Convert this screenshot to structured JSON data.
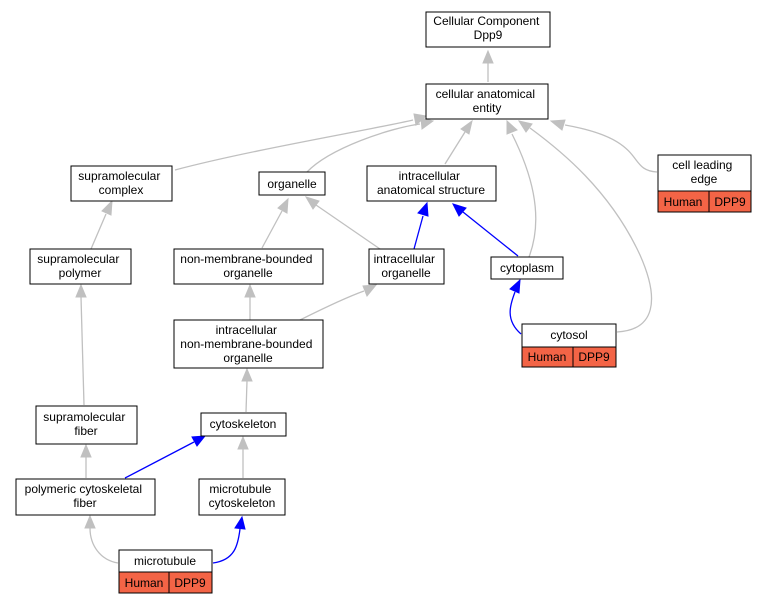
{
  "diagram": {
    "colors": {
      "gray_edge": "#c0c0c0",
      "blue_edge": "#0000ff",
      "tag_fill": "#f36446"
    },
    "nodes": {
      "root": {
        "lines": [
          "Cellular Component",
          "Dpp9"
        ]
      },
      "cae": {
        "lines": [
          "cellular anatomical",
          "entity"
        ]
      },
      "supcomplex": {
        "lines": [
          "supramolecular",
          "complex"
        ]
      },
      "organelle": {
        "lines": [
          "organelle"
        ]
      },
      "ias": {
        "lines": [
          "intracellular",
          "anatomical structure"
        ]
      },
      "cle": {
        "lines": [
          "cell leading",
          "edge"
        ],
        "tags": [
          "Human",
          "DPP9"
        ]
      },
      "suppolymer": {
        "lines": [
          "supramolecular",
          "polymer"
        ]
      },
      "nmbo": {
        "lines": [
          "non-membrane-bounded",
          "organelle"
        ]
      },
      "intorg": {
        "lines": [
          "intracellular",
          "organelle"
        ]
      },
      "cytoplasm": {
        "lines": [
          "cytoplasm"
        ]
      },
      "inmbo": {
        "lines": [
          "intracellular",
          "non-membrane-bounded",
          "organelle"
        ]
      },
      "cytosol": {
        "lines": [
          "cytosol"
        ],
        "tags": [
          "Human",
          "DPP9"
        ]
      },
      "supfiber": {
        "lines": [
          "supramolecular",
          "fiber"
        ]
      },
      "cytoskeleton": {
        "lines": [
          "cytoskeleton"
        ]
      },
      "pcf": {
        "lines": [
          "polymeric cytoskeletal",
          "fiber"
        ]
      },
      "mtcyto": {
        "lines": [
          "microtubule",
          "cytoskeleton"
        ]
      },
      "microtubule": {
        "lines": [
          "microtubule"
        ],
        "tags": [
          "Human",
          "DPP9"
        ]
      }
    }
  }
}
